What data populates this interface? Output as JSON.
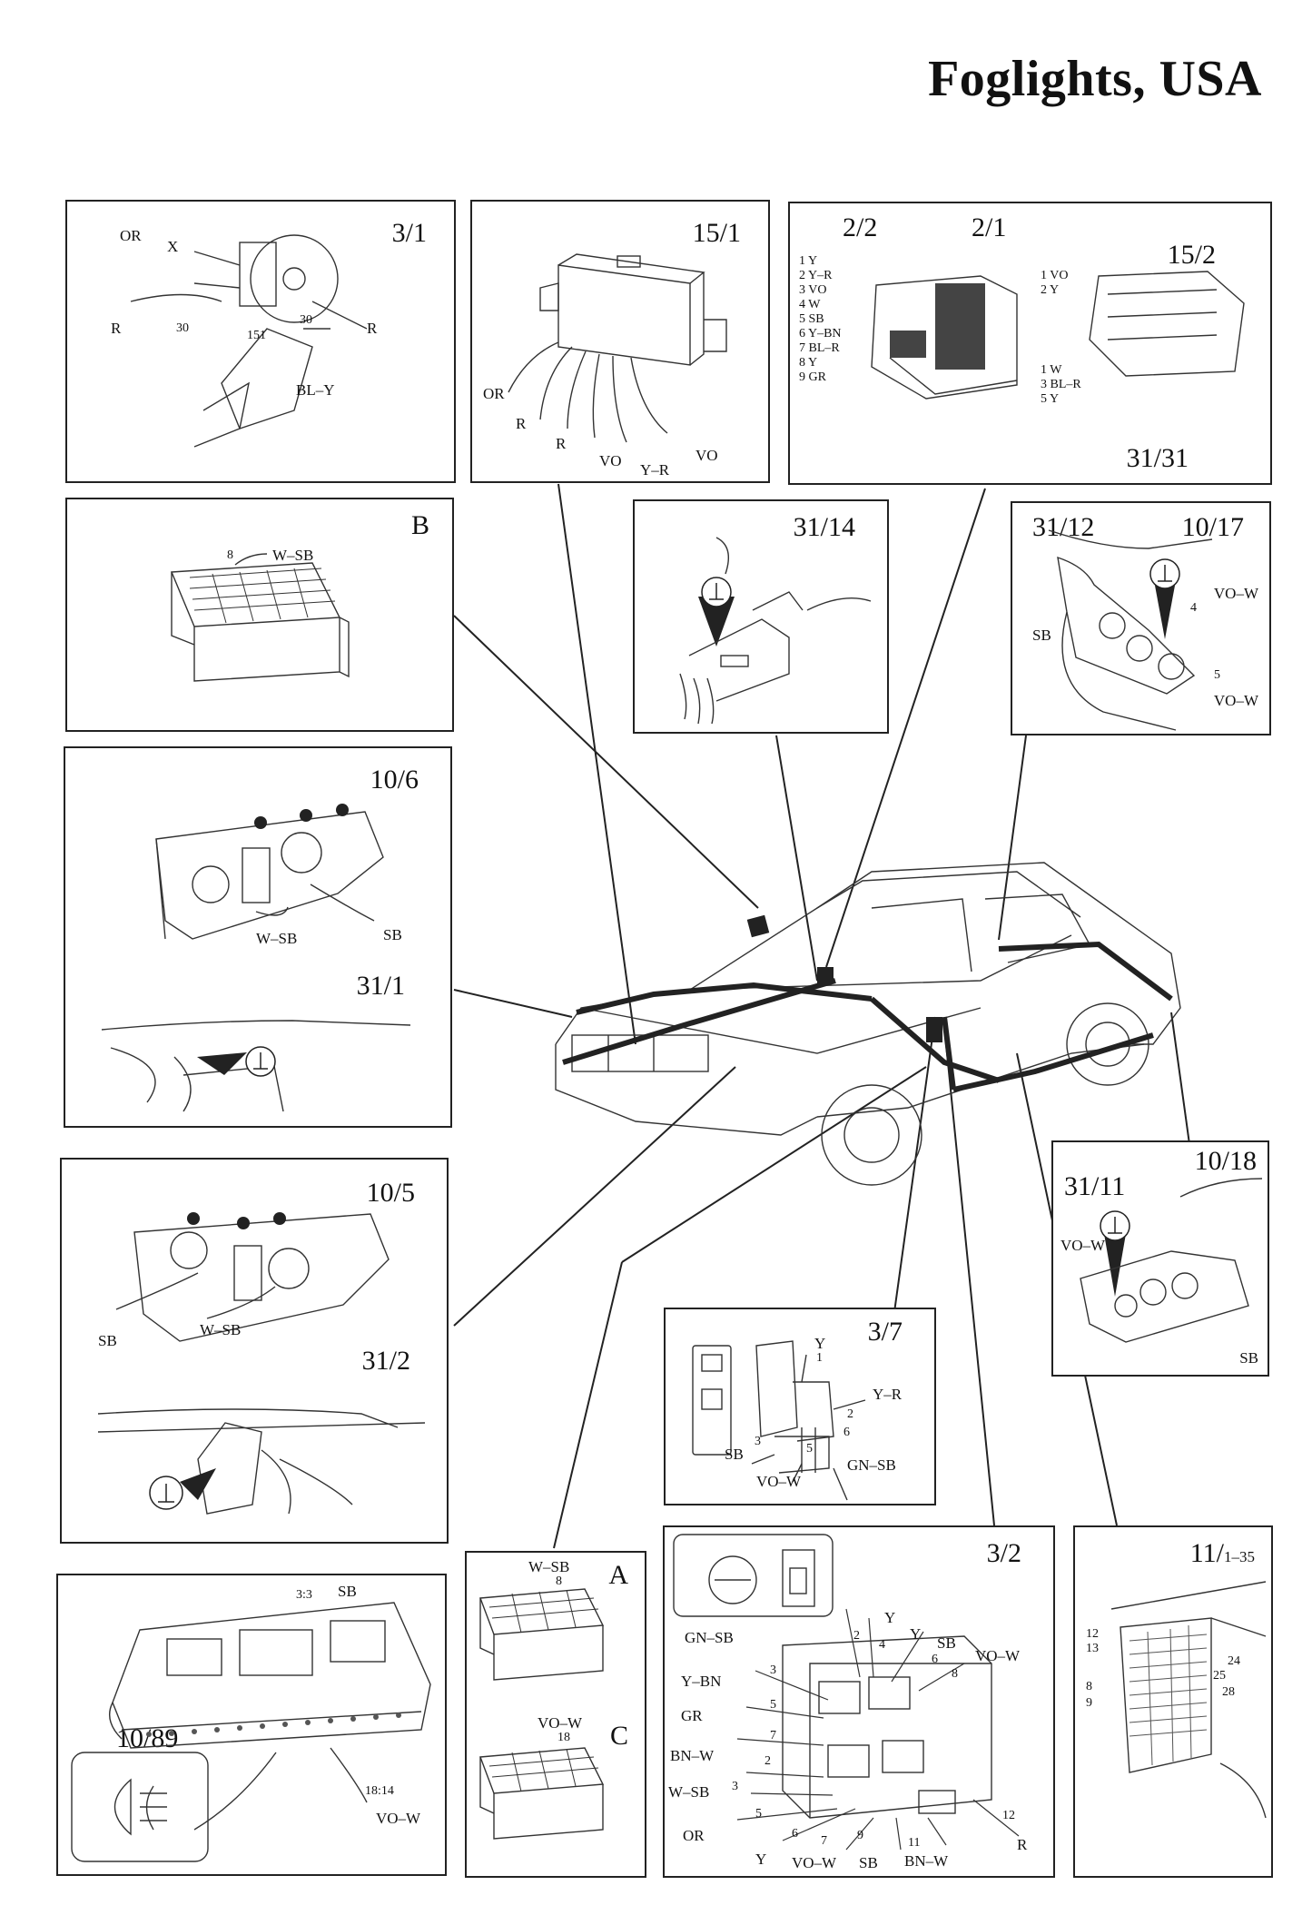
{
  "title": "Foglights, USA",
  "panels": {
    "p3_1": {
      "ids": [
        "3/1"
      ],
      "labels": [
        "OR",
        "X",
        "R",
        "30",
        "151",
        "30",
        "R",
        "BL–Y"
      ]
    },
    "p15_1": {
      "ids": [
        "15/1"
      ],
      "labels": [
        "OR",
        "R",
        "R",
        "VO",
        "Y–R",
        "VO"
      ]
    },
    "p2_2": {
      "ids": [
        "2/2",
        "2/1",
        "15/2",
        "31/31"
      ],
      "pinlist_left": [
        "1 Y",
        "2 Y–R",
        "3 VO",
        "4 W",
        "5 SB",
        "6 Y–BN",
        "7 BL–R",
        "8 Y",
        "9 GR"
      ],
      "pinlist_right_top": [
        "1 VO",
        "2 Y"
      ],
      "pinlist_right_bottom": [
        "1 W",
        "3 BL–R",
        "5 Y"
      ]
    },
    "pB": {
      "ids": [
        "B"
      ],
      "labels": [
        "8",
        "W–SB"
      ]
    },
    "p31_14": {
      "ids": [
        "31/14"
      ]
    },
    "p31_12": {
      "ids": [
        "31/12",
        "10/17"
      ],
      "labels": [
        "VO–W",
        "4",
        "SB",
        "5",
        "VO–W"
      ]
    },
    "p10_6": {
      "ids": [
        "10/6",
        "31/1"
      ],
      "labels": [
        "W–SB",
        "SB"
      ]
    },
    "p10_5": {
      "ids": [
        "10/5",
        "31/2"
      ],
      "labels": [
        "SB",
        "W–SB"
      ]
    },
    "p10_18": {
      "ids": [
        "10/18",
        "31/11"
      ],
      "labels": [
        "VO–W",
        "SB"
      ]
    },
    "p3_7": {
      "ids": [
        "3/7"
      ],
      "labels": [
        "Y",
        "1",
        "Y–R",
        "2",
        "SB",
        "3",
        "5",
        "6",
        "VO–W",
        "GN–SB"
      ]
    },
    "p10_89": {
      "ids": [
        "10/89"
      ],
      "labels": [
        "3:3",
        "SB",
        "18:14",
        "VO–W"
      ]
    },
    "pAC": {
      "ids": [
        "A",
        "C"
      ],
      "labels": [
        "W–SB",
        "8",
        "VO–W",
        "18"
      ]
    },
    "p3_2": {
      "ids": [
        "3/2"
      ],
      "labels": [
        "Y",
        "Y",
        "2",
        "4",
        "SB",
        "6",
        "VO–W",
        "8",
        "GN–SB",
        "3",
        "Y–BN",
        "5",
        "GR",
        "7",
        "BN–W",
        "2",
        "W–SB",
        "3",
        "OR",
        "5",
        "6",
        "7",
        "9",
        "Y",
        "VO–W",
        "SB",
        "11",
        "BN–W",
        "12",
        "R"
      ]
    },
    "p11": {
      "ids": [
        "11/"
      ],
      "sub": "1–35",
      "labels": [
        "12",
        "13",
        "24",
        "25",
        "8",
        "28",
        "9"
      ]
    }
  }
}
